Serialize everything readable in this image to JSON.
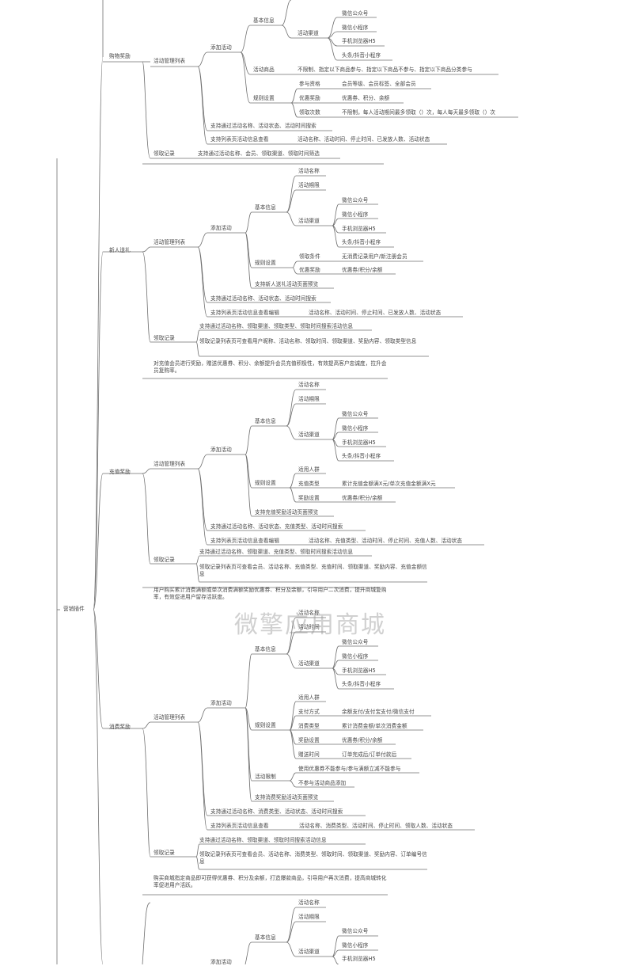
{
  "watermark": "微擎应用商城",
  "root": "营销插件",
  "sections": {
    "purchase": {
      "title": "购物奖励",
      "mgmt": "活动管理列表",
      "add": "添加活动",
      "basic": "基本信息",
      "channel": "活动渠道",
      "ch_wx": "微信公众号",
      "ch_mini": "微信小程序",
      "ch_h5": "手机浏览器H5",
      "ch_tt": "头条/抖音小程序",
      "goods": "活动商品",
      "goods_opts": "不限制、指定以下商品参与、指定以下商品不参与、指定以下商品分类参与",
      "rules": "规则设置",
      "participants": "参与资格",
      "participants_opts": "会员等级、会员标签、全部会员",
      "reward": "优惠奖励",
      "reward_opts": "优惠券、积分、余额",
      "times": "领取次数",
      "times_opts": "不限制，每人活动期间最多领取（）次，每人每天最多领取（）次",
      "search": "支持通过活动名称、活动状态、活动时间搜索",
      "list_show": "支持列表页活动信息查看",
      "list_fields": "活动名称、活动时间、停止时间、已发放人数、活动状态",
      "records": "领取记录",
      "records_search": "支持通过活动名称、会员、领取渠道、领取时间筛选"
    },
    "newcomer": {
      "title": "新人送礼",
      "mgmt": "活动管理列表",
      "add": "添加活动",
      "basic": "基本信息",
      "name": "活动名称",
      "period": "活动期限",
      "channel": "活动渠道",
      "ch_wx": "微信公众号",
      "ch_mini": "微信小程序",
      "ch_h5": "手机浏览器H5",
      "ch_tt": "头条/抖音小程序",
      "rules": "规则设置",
      "cond": "领取条件",
      "cond_opts": "无消费记录用户/新注册会员",
      "reward": "优惠奖励",
      "reward_opts": "优惠券/积分/余额",
      "preview": "支持新人送礼活动页面预览",
      "search": "支持通过活动名称、活动状态、活动时间搜索",
      "list_show": "支持列表页活动信息查看编辑",
      "list_fields": "活动名称、活动时间、停止时间、已发放人数、活动状态",
      "records": "领取记录",
      "rec1": "支持通过活动名称、领取渠道、领取类型、领取时间搜索活动信息",
      "rec2": "领取记录列表页可查看用户昵称、活动名称、领取时间、领取渠道、奖励内容、领取类型信息",
      "note": "对充值会员进行奖励，赠送优惠券、积分、余额提升会员充值积极性，有效提高客户忠诚度，拉升会员复购率。"
    },
    "recharge": {
      "title": "充值奖励",
      "mgmt": "活动管理列表",
      "add": "添加活动",
      "basic": "基本信息",
      "name": "活动名称",
      "period": "活动期限",
      "channel": "活动渠道",
      "ch_wx": "微信公众号",
      "ch_mini": "微信小程序",
      "ch_h5": "手机浏览器H5",
      "ch_tt": "头条/抖音小程序",
      "rules": "规则设置",
      "people": "适用人群",
      "type": "充值类型",
      "type_opts": "累计充值金额满X元/单次充值金额满X元",
      "reward": "奖励设置",
      "reward_opts": "优惠券/积分/余额",
      "preview": "支持充值奖励活动页面预览",
      "search": "支持通过活动名称、活动状态、充值类型、活动时间搜索",
      "list_show": "支持列表页活动信息查看编辑",
      "list_fields": "活动名称、充值类型、活动时间、停止时间、充值人数、活动状态",
      "records": "领取记录",
      "rec1": "支持通过活动名称、领取渠道、充值类型、领取时间搜索活动信息",
      "rec2": "领取记录列表页可查看会员、活动名称、充值类型、充值时间、领取渠道、奖励内容、充值金额信息",
      "note": "用户购买累计消费满额或单次消费满额奖励优惠券、积分及余额，引导用户二次消费，提升商城复购率，有效促进用户留存活跃度。"
    },
    "consume": {
      "title": "消费奖励",
      "mgmt": "活动管理列表",
      "add": "添加活动",
      "basic": "基本信息",
      "name": "活动名称",
      "period": "活动时间",
      "channel": "活动渠道",
      "ch_wx": "微信公众号",
      "ch_mini": "微信小程序",
      "ch_h5": "手机浏览器H5",
      "ch_tt": "头条/抖音小程序",
      "rules": "规则设置",
      "people": "适用人群",
      "pay": "支付方式",
      "pay_opts": "余额支付/支付宝支付/微信支付",
      "ctype": "消费类型",
      "ctype_opts": "累计消费金额/单次消费金额",
      "reward": "奖励设置",
      "reward_opts": "优惠券/积分/余额",
      "timing": "赠送时间",
      "timing_opts": "订单完成后/订单付款后",
      "limit": "活动限制",
      "limit1": "使用优惠券不能参与/参与满额立减不能参与",
      "limit2": "不参与活动商品添加",
      "preview": "支持消费奖励活动页面预览",
      "search": "支持通过活动名称、消费类型、活动状态、活动时间搜索",
      "list_show": "支持列表页活动信息查看",
      "list_fields": "活动名称、消费类型、活动时间、停止时间、领取人数、活动状态",
      "records": "领取记录",
      "rec1": "支持通过活动名称、领取渠道、领取时间搜索活动信息",
      "rec2": "领取记录列表页可查看会员、活动名称、消费类型、领取时间、领取渠道、奖励内容、订单编号信息",
      "note": "购买商城指定商品即可获得优惠券、积分及余额，打造爆款商品，引导用户再次消费，提高商城转化率促进用户活跃。"
    },
    "next": {
      "basic": "基本信息",
      "name": "活动名称",
      "period": "活动期限",
      "channel": "活动渠道",
      "ch_wx": "微信公众号",
      "ch_mini": "微信小程序",
      "ch_h5": "手机浏览器H5",
      "add": "添加活动"
    }
  }
}
